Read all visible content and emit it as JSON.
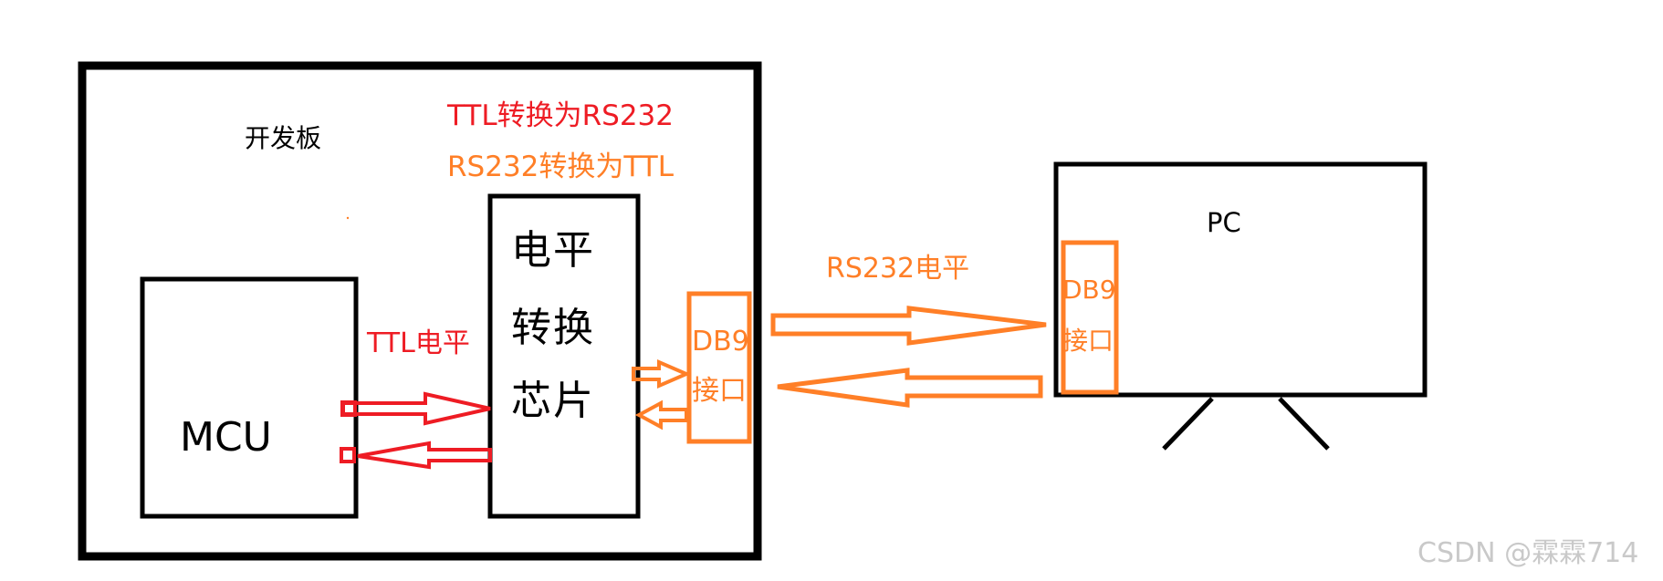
{
  "labels": {
    "board": "开发板",
    "ttl_to_rs232": "TTL转换为RS232",
    "rs232_to_ttl": "RS232转换为TTL",
    "chip_line1": "电平",
    "chip_line2": "转换",
    "chip_line3": "芯片",
    "mcu": "MCU",
    "ttl_level": "TTL电平",
    "db9_line1": "DB9",
    "db9_line2": "接口",
    "rs232_level": "RS232电平",
    "pc": "PC",
    "pc_db9_line1": "DB9",
    "pc_db9_line2": "接口",
    "watermark": "CSDN @霖霖714"
  },
  "colors": {
    "black": "#000000",
    "red": "#ee1c24",
    "orange": "#ff7f27",
    "watermark": "#c9c9c9"
  }
}
